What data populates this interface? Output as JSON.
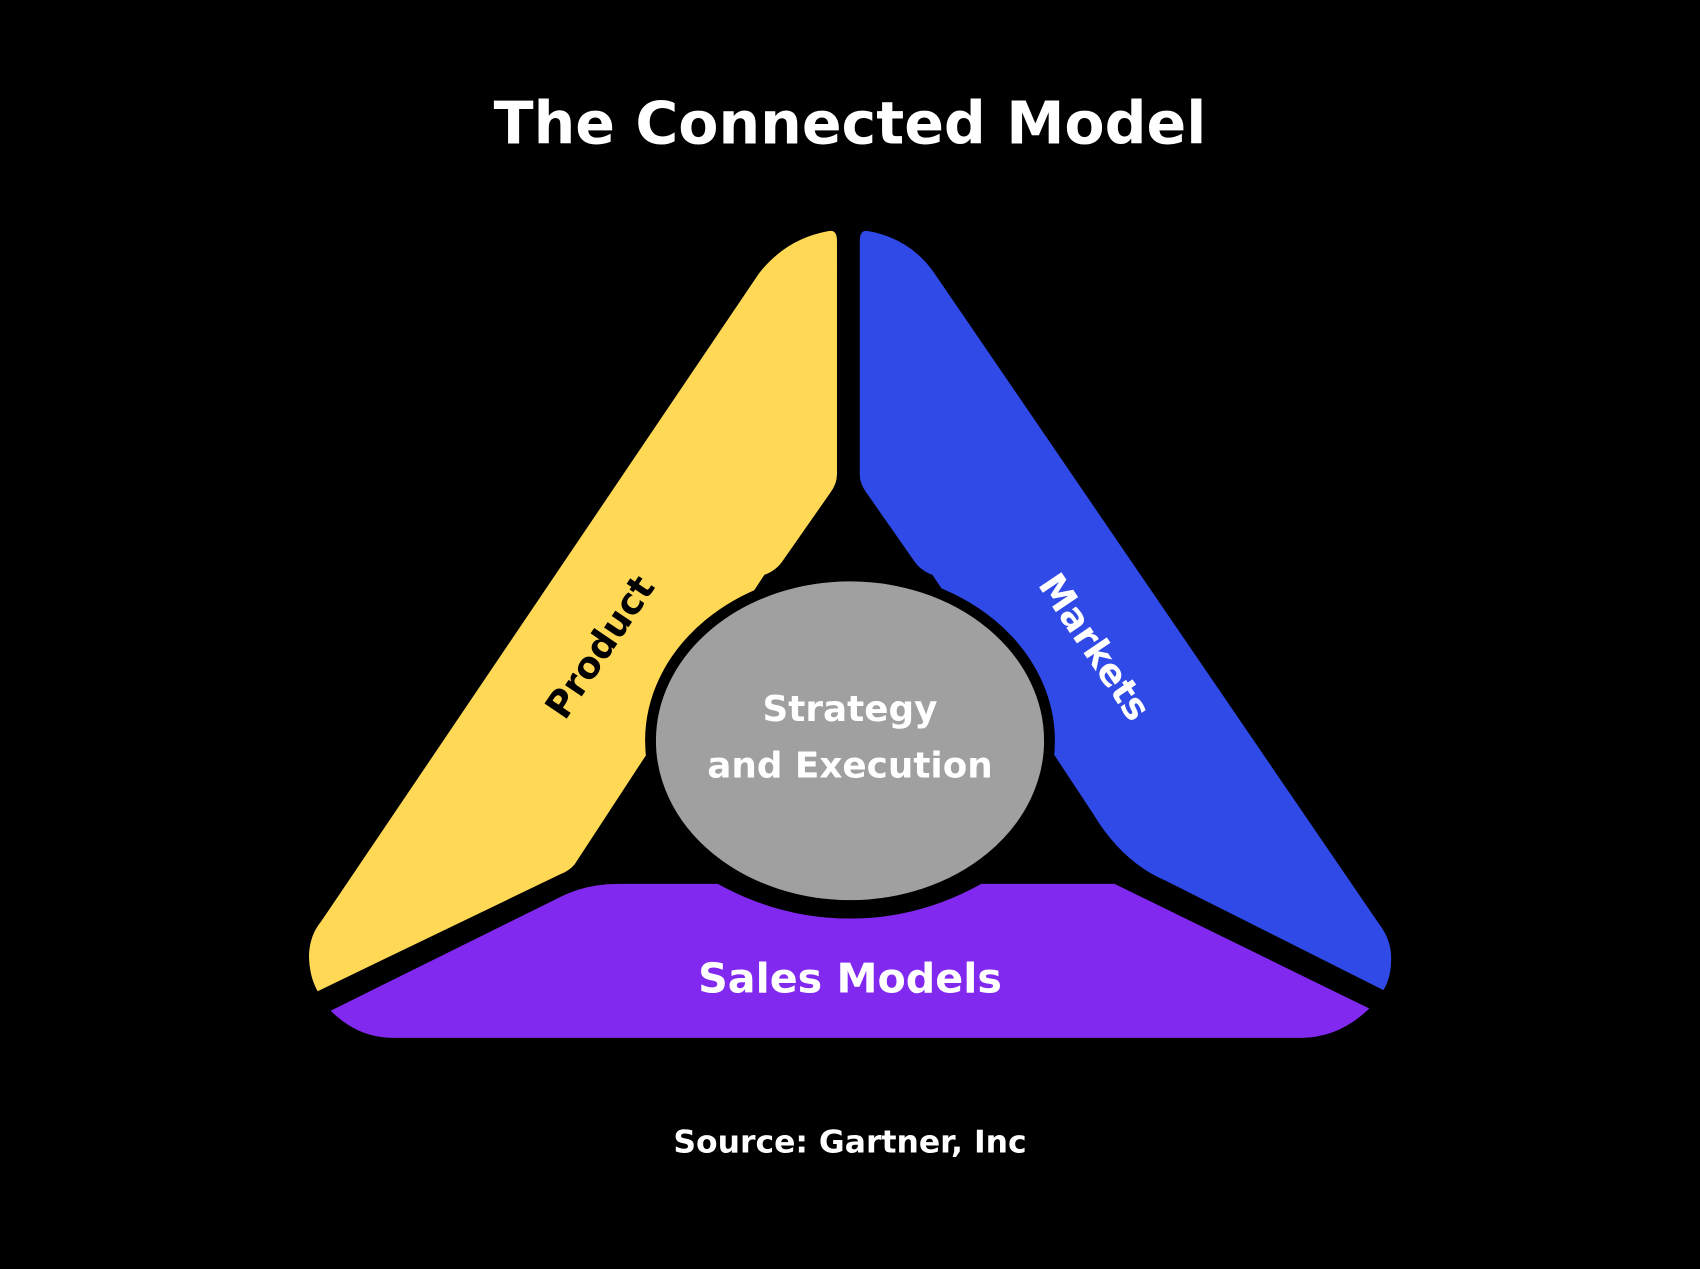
{
  "title": "The Connected Model",
  "segments": {
    "product": {
      "label": "Product",
      "color": "#FFD956"
    },
    "markets": {
      "label": "Markets",
      "color": "#304AE8"
    },
    "sales": {
      "label": "Sales Models",
      "color": "#8229F0"
    }
  },
  "center": {
    "line1": "Strategy",
    "line2": "and Execution",
    "color": "#A0A0A0"
  },
  "source": "Source: Gartner, Inc"
}
